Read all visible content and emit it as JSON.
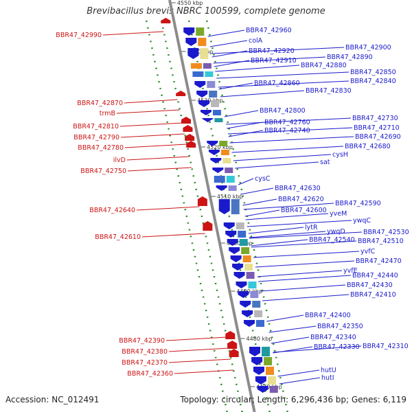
{
  "title": "Brevibacillus brevis NBRC 100599, complete genome",
  "accession_label": "Accession: NC_012491",
  "summary_label": "Topology: circular; Length: 6,296,436 bp; Genes: 6,119",
  "colors": {
    "forward": "#1a1acc",
    "reverse": "#cc1414",
    "axis": "#8c8c8c",
    "tick": "#2e8b2e"
  },
  "kbp_ticks": [
    "4550 kbp",
    "4540 kbp",
    "4530 kbp",
    "4520 kbp",
    "4510 kbp",
    "4500 kbp",
    "4490 kbp",
    "4480 kbp",
    "4470 kbp"
  ],
  "forward_labels": [
    "BBR47_42960",
    "colA",
    "BBR47_42920",
    "BBR47_42900",
    "BBR47_42910",
    "BBR47_42890",
    "BBR47_42880",
    "BBR47_42850",
    "BBR47_42860",
    "BBR47_42840",
    "BBR47_42830",
    "BBR47_42800",
    "BBR47_42760",
    "BBR47_42730",
    "BBR47_42740",
    "BBR47_42710",
    "BBR47_42690",
    "BBR47_42680",
    "cysH",
    "sat",
    "cysC",
    "BBR47_42630",
    "BBR47_42620",
    "BBR47_42590",
    "BBR47_42600",
    "yveM",
    "ywqC",
    "lytR",
    "ywqD",
    "BBR47_42530",
    "BBR47_42540",
    "BBR47_42510",
    "yvfC",
    "BBR47_42470",
    "yvfE",
    "BBR47_42440",
    "BBR47_42430",
    "BBR47_42410",
    "BBR47_42400",
    "BBR47_42350",
    "BBR47_42340",
    "BBR47_42330",
    "BBR47_42310",
    "hutU",
    "hutI"
  ],
  "reverse_labels": [
    "BBR47_42990",
    "BBR47_42870",
    "trmB",
    "BBR47_42810",
    "BBR47_42790",
    "BBR47_42780",
    "ilvD",
    "BBR47_42750",
    "BBR47_42640",
    "BBR47_42610",
    "BBR47_42390",
    "BBR47_42380",
    "BBR47_42370",
    "BBR47_42360"
  ]
}
